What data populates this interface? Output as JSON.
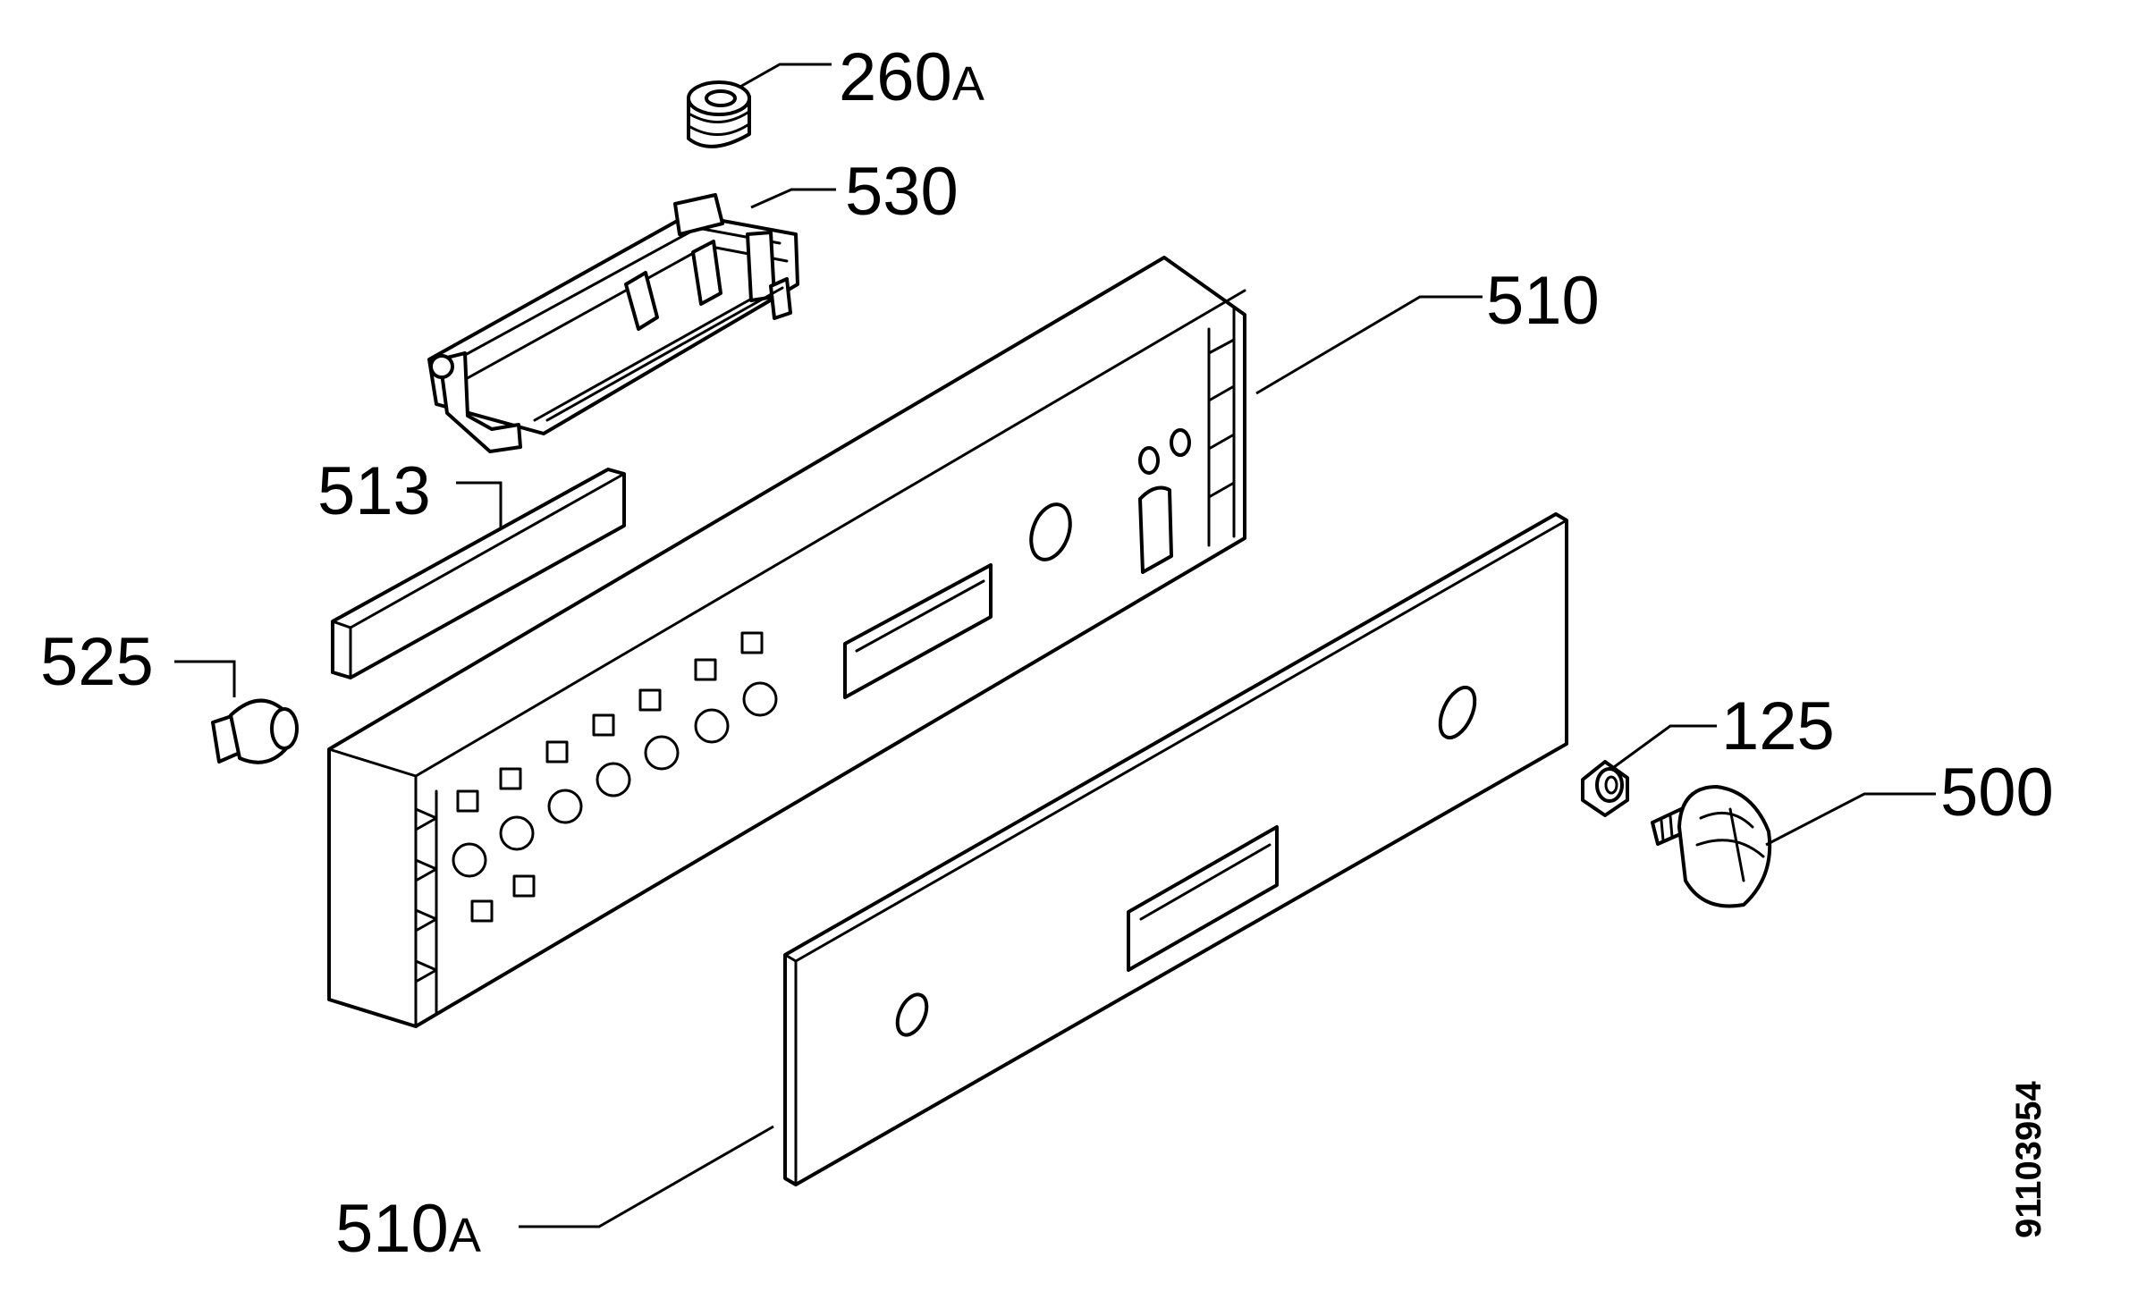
{
  "callouts": [
    {
      "id": "260a",
      "number": "260",
      "suffix": "A"
    },
    {
      "id": "530",
      "number": "530",
      "suffix": ""
    },
    {
      "id": "510",
      "number": "510",
      "suffix": ""
    },
    {
      "id": "513",
      "number": "513",
      "suffix": ""
    },
    {
      "id": "525",
      "number": "525",
      "suffix": ""
    },
    {
      "id": "125",
      "number": "125",
      "suffix": ""
    },
    {
      "id": "500",
      "number": "500",
      "suffix": ""
    },
    {
      "id": "510a",
      "number": "510",
      "suffix": "A"
    }
  ],
  "document_number": "91103954",
  "colors": {
    "ink": "#000000",
    "background": "#ffffff"
  }
}
